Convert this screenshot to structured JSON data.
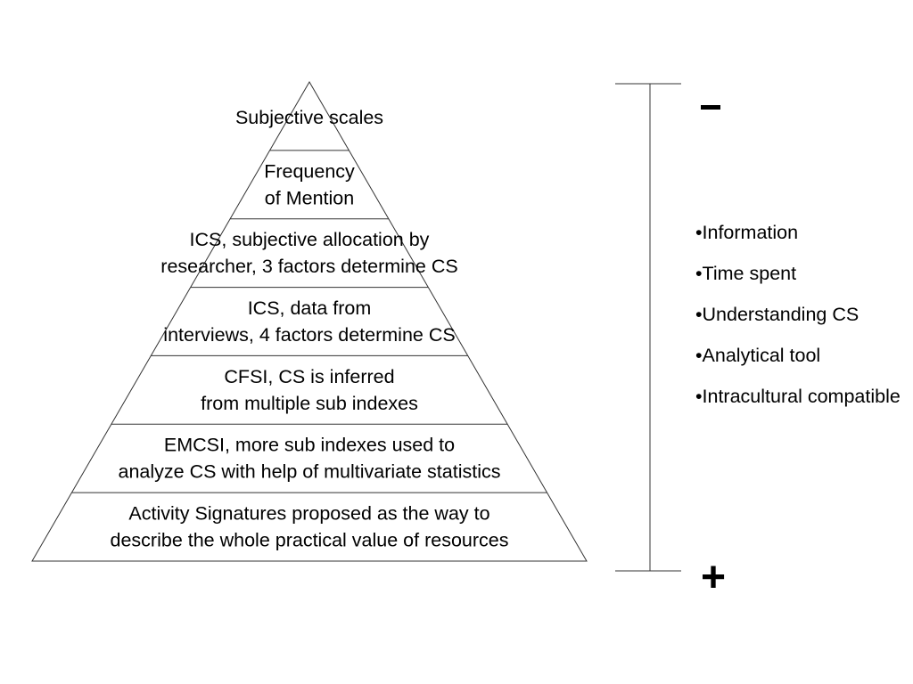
{
  "pyramid": {
    "levels": [
      {
        "lines": [
          "Subjective scales"
        ]
      },
      {
        "lines": [
          "Frequency",
          "of Mention"
        ]
      },
      {
        "lines": [
          "ICS, subjective allocation by",
          "researcher, 3 factors determine CS"
        ]
      },
      {
        "lines": [
          "ICS, data from",
          "interviews, 4 factors determine CS"
        ]
      },
      {
        "lines": [
          "CFSI, CS is inferred",
          "from multiple sub indexes"
        ]
      },
      {
        "lines": [
          "EMCSI, more sub indexes used to",
          "analyze CS with help of multivariate statistics"
        ]
      },
      {
        "lines": [
          "Activity Signatures proposed as the way to",
          "describe the whole practical value of resources"
        ]
      }
    ]
  },
  "scale": {
    "top_sign": "-",
    "bottom_sign": "+"
  },
  "criteria": {
    "items": [
      "Information",
      "Time spent",
      "Understanding CS",
      "Analytical tool",
      "Intracultural compatible"
    ]
  },
  "colors": {
    "line": "#333333",
    "text": "#000000"
  }
}
